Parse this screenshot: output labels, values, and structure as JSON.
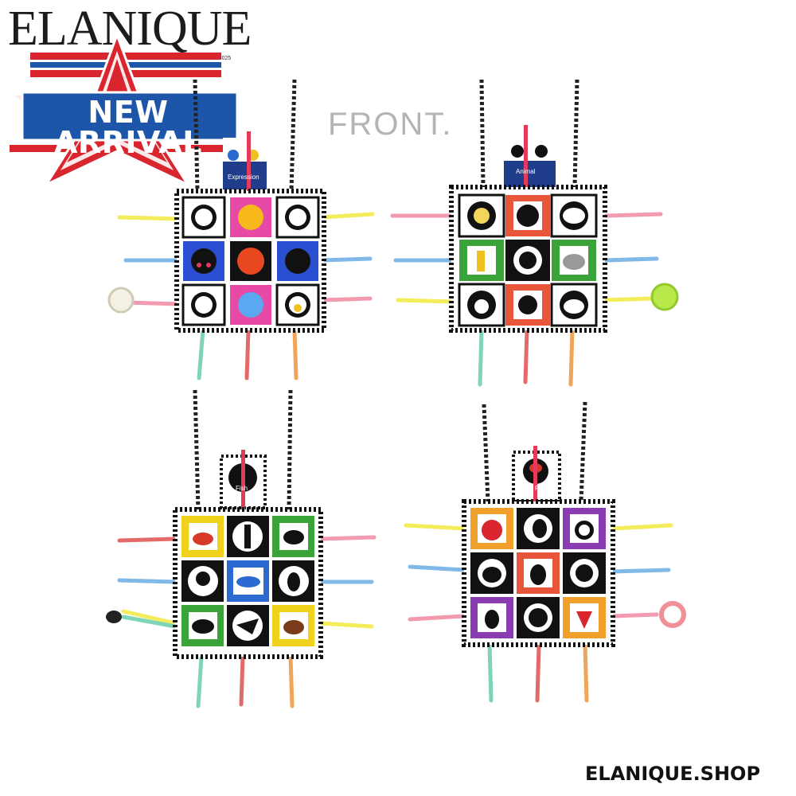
{
  "brand": {
    "logo": "ELANIQUE",
    "est": "EST. 2025"
  },
  "banner": {
    "label": "NEW ARRIVAL"
  },
  "front_label": "FRONT.",
  "website": "ELANIQUE.SHOP",
  "toys": [
    {
      "tag": "Expression",
      "theme": "expression"
    },
    {
      "tag": "Animal",
      "theme": "animal"
    },
    {
      "tag": "Fish",
      "theme": "ocean"
    },
    {
      "tag": "Fruit",
      "theme": "fruit"
    }
  ],
  "colors": {
    "banner_blue": "#1d56a8",
    "banner_red": "#d8252e",
    "ribbon_colors": [
      "#f3ec5b",
      "#f29ab0",
      "#80b9e8",
      "#7ed3b8",
      "#e46a6a",
      "#f0a55a"
    ]
  }
}
